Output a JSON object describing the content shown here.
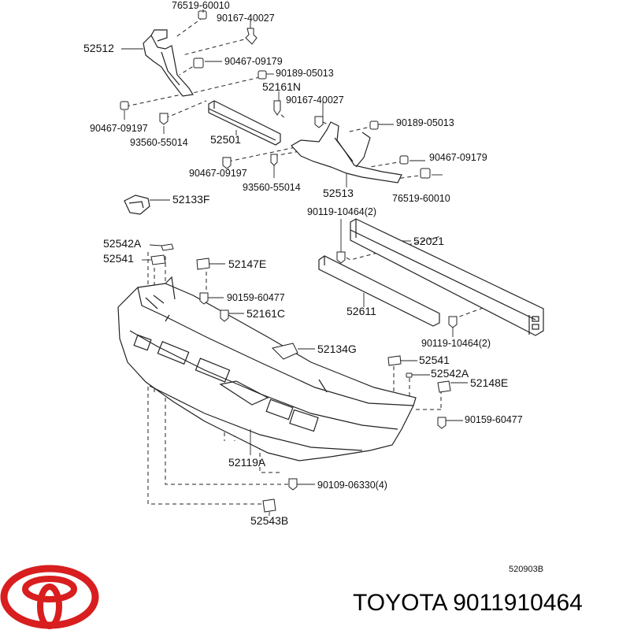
{
  "labels": {
    "l76519a": "76519-60010",
    "l90167a": "90167-40027",
    "l52512": "52512",
    "l90467a": "90467-09179",
    "l90189a": "90189-05013",
    "l52161n": "52161N",
    "l90167b": "90167-40027",
    "l90467b": "90467-09197",
    "l93560a": "93560-55014",
    "l52501": "52501",
    "l90189b": "90189-05013",
    "l90467c": "90467-09179",
    "l90467d": "90467-09197",
    "l93560b": "93560-55014",
    "l52513": "52513",
    "l76519b": "76519-60010",
    "l52133f": "52133F",
    "l90119a": "90119-10464(2)",
    "l52542a1": "52542A",
    "l52021": "52021",
    "l52541a": "52541",
    "l52147e": "52147E",
    "l90159a": "90159-60477",
    "l52611": "52611",
    "l52161c": "52161C",
    "l90119b": "90119-10464(2)",
    "l52134g": "52134G",
    "l52541b": "52541",
    "l52542a2": "52542A",
    "l52148e": "52148E",
    "l90159b": "90159-60477",
    "l52119a": "52119A",
    "l90109": "90109-06330(4)",
    "l52543b": "52543B",
    "l520903b": "520903B"
  },
  "footer": {
    "brand_text": "TOYOTA 9011910464"
  },
  "colors": {
    "logo_red": "#d81e1e",
    "line": "#222222"
  },
  "icons": {
    "logo": "toyota-logo-icon"
  }
}
